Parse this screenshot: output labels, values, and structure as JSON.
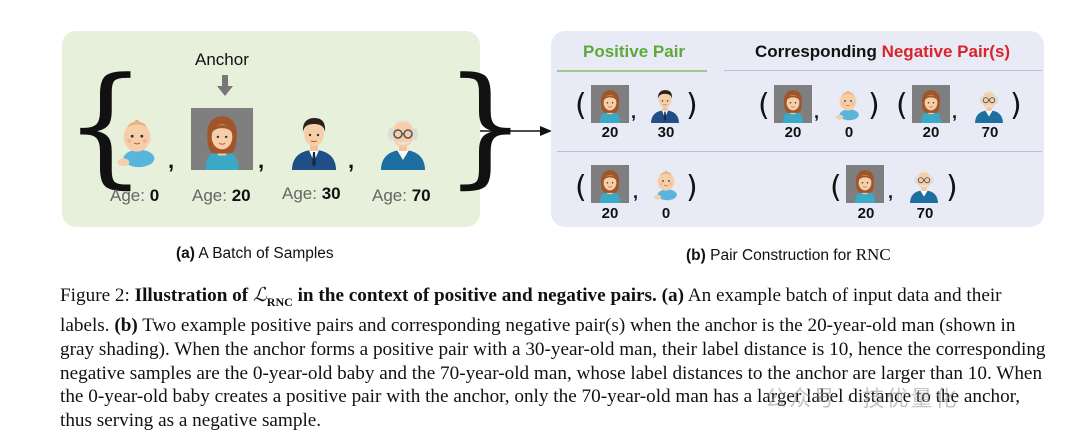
{
  "panel_a": {
    "anchor_label": "Anchor",
    "samples": [
      {
        "age_prefix": "Age: ",
        "age": "0",
        "icon": "baby-icon"
      },
      {
        "age_prefix": "Age: ",
        "age": "20",
        "icon": "young-woman-icon"
      },
      {
        "age_prefix": "Age: ",
        "age": "30",
        "icon": "man-in-suit-icon"
      },
      {
        "age_prefix": "Age: ",
        "age": "70",
        "icon": "old-man-icon"
      }
    ],
    "caption_tag": "(a)",
    "caption_text": "A Batch of Samples"
  },
  "panel_b": {
    "positive_title": "Positive Pair",
    "corresponding_title": "Corresponding",
    "negative_title": "Negative Pair(s)",
    "row1": {
      "pos": [
        "20",
        "30"
      ],
      "neg1": [
        "20",
        "0"
      ],
      "neg2": [
        "20",
        "70"
      ]
    },
    "row2": {
      "pos": [
        "20",
        "0"
      ],
      "neg1": [
        "20",
        "70"
      ]
    },
    "caption_tag": "(b)",
    "caption_text": "Pair Construction for",
    "caption_method": "RNC"
  },
  "caption": {
    "figure_label": "Figure 2:",
    "bold_pre": "Illustration of",
    "bold_loss_symbol": "ℒ",
    "bold_loss_sub": "RNC",
    "bold_post": "in the context of positive and negative pairs.",
    "a_tag": "(a)",
    "a_text": "An example batch of input data and their labels.",
    "b_tag": "(b)",
    "b_text": "Two example positive pairs and corresponding negative pair(s) when the anchor is the 20-year-old man (shown in gray shading). When the anchor forms a positive pair with a 30-year-old man, their label distance is 10, hence the corresponding negative samples are the 0-year-old baby and the 70-year-old man, whose label distances to the anchor are larger than 10. When the 0-year-old baby creates a positive pair with the anchor, only the 70-year-old man has a larger label distance to the anchor, thus serving as a negative sample."
  },
  "watermark": "公众号 · 技优量化",
  "colors": {
    "positive": "#5fa83a",
    "negative": "#d9242a",
    "panel_a_bg": "#e7f0db",
    "panel_b_bg": "#e8ebf6"
  }
}
